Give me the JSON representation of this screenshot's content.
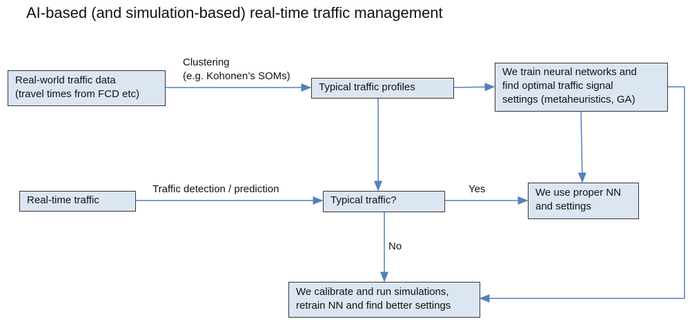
{
  "title": "AI-based (and simulation-based) real-time traffic management",
  "nodes": {
    "real_world_data": [
      "Real-world traffic data",
      "(travel times from FCD etc)"
    ],
    "typical_profiles": [
      "Typical traffic profiles"
    ],
    "train_nn": [
      "We train neural networks and",
      "find optimal traffic signal",
      "settings (metaheuristics, GA)"
    ],
    "real_time": [
      "Real-time traffic"
    ],
    "typical_question": [
      "Typical traffic?"
    ],
    "use_nn": [
      "We use proper NN",
      "and settings"
    ],
    "calibrate": [
      "We calibrate and run simulations,",
      "retrain NN and find better settings"
    ]
  },
  "edge_labels": {
    "clustering": [
      "Clustering",
      "(e.g. Kohonen’s SOMs)"
    ],
    "detection": "Traffic detection / prediction",
    "yes": "Yes",
    "no": "No"
  },
  "colors": {
    "box_fill": "#dce6f2",
    "arrow": "#4f81bd"
  }
}
